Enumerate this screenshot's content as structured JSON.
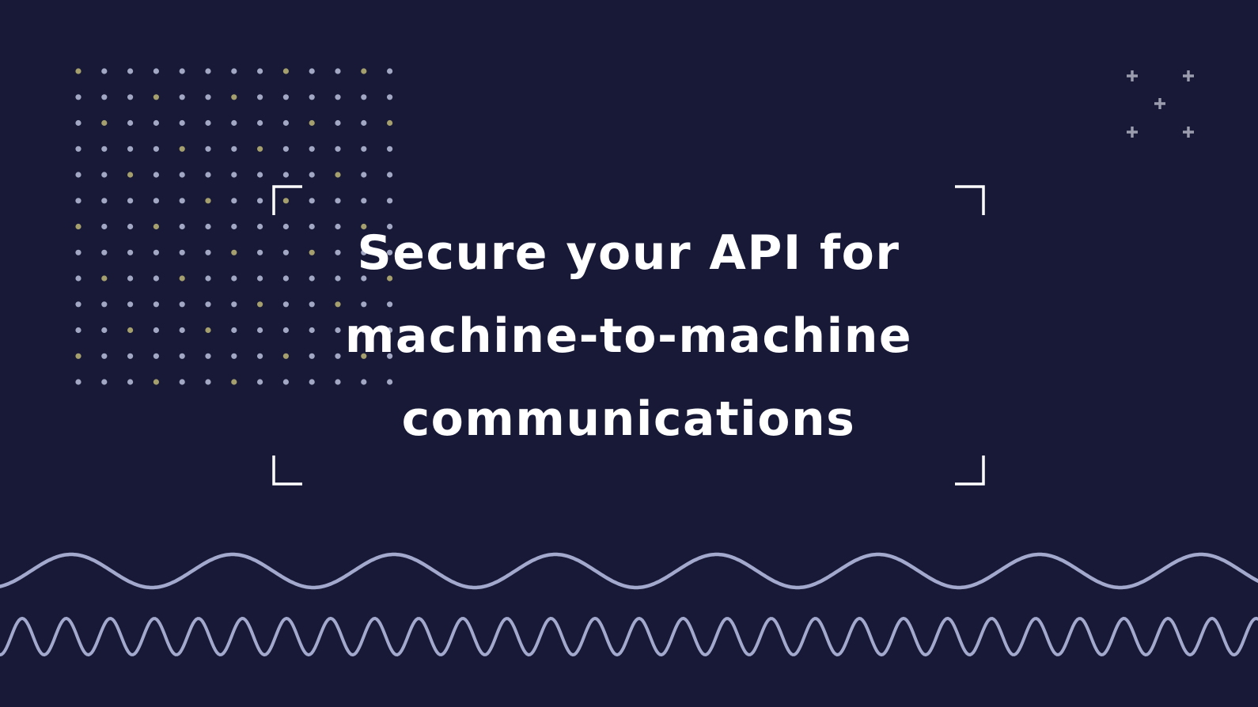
{
  "page": {
    "type": "hero-banner"
  },
  "hero": {
    "title_lines": [
      "Secure your API for",
      "machine-to-machine",
      "communications"
    ],
    "text_color": "#ffffff"
  },
  "decor": {
    "background_color": "#171937",
    "dot_color": "#a2a7c3",
    "dot_accent_color": "#a49f6d",
    "plus_color": "#9b9dae",
    "bracket_color": "#ffffff",
    "wave_color": "#a3a9cd"
  }
}
